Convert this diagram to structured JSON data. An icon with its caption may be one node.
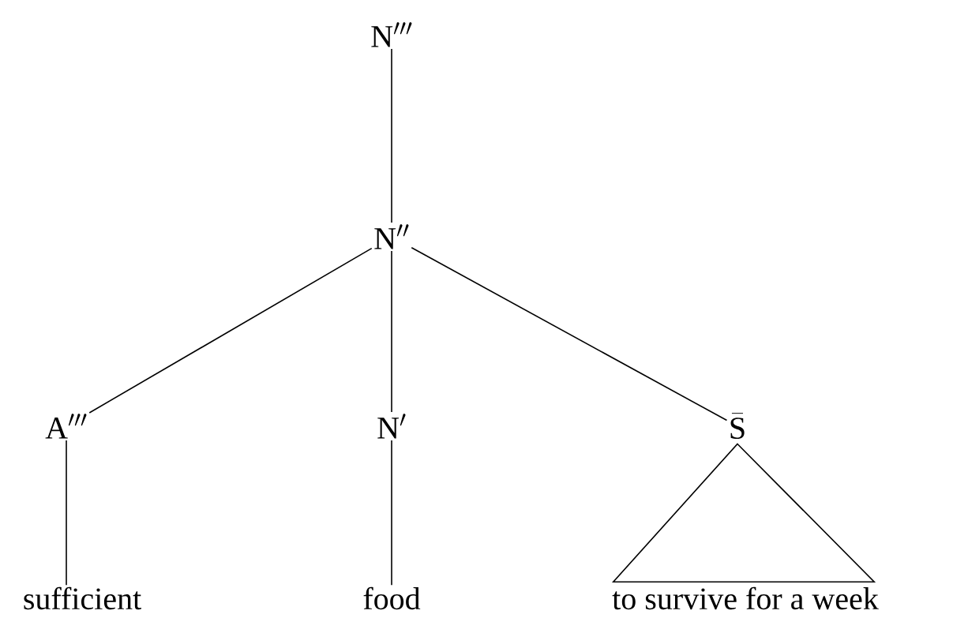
{
  "diagram": {
    "nodes": [
      {
        "text": [
          "\\mathrm{N}'''"
        ]
      },
      {
        "text": [
          "\\mathrm{N}''"
        ]
      },
      {
        "text": [
          "\\mathrm{A}'''"
        ]
      },
      {
        "text": [
          "\\mathrm{N}'"
        ]
      },
      {
        "text": [
          "\\bar{\\mathrm{S}}"
        ]
      },
      {
        "text": [
          "sufficient"
        ]
      },
      {
        "text": [
          "food"
        ]
      },
      {
        "text": [
          "to survive for a week"
        ]
      }
    ],
    "edges": [
      {
        "from": 0,
        "to": 1,
        "arrow": "none"
      },
      {
        "from": 1,
        "to": 2,
        "arrow": "none"
      },
      {
        "from": 1,
        "to": 3,
        "arrow": "none"
      },
      {
        "from": 1,
        "to": 4,
        "arrow": "none"
      },
      {
        "from": 2,
        "to": 5,
        "arrow": "none"
      },
      {
        "from": 3,
        "to": 6,
        "arrow": "none"
      },
      {
        "from": 4,
        "to": 7,
        "arrow": "none"
      }
    ]
  }
}
